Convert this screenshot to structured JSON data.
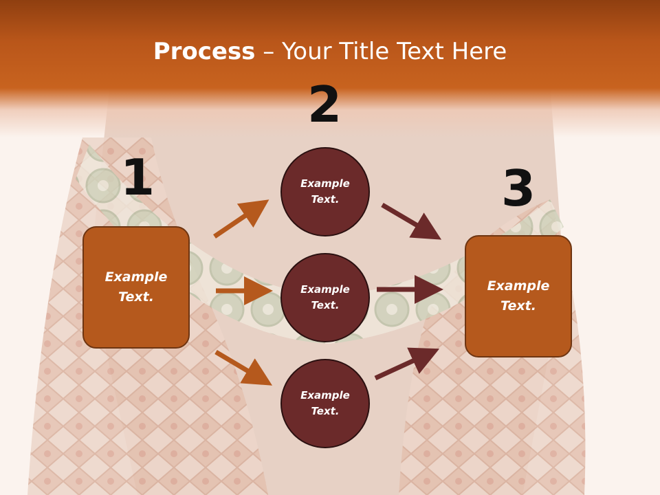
{
  "title": {
    "bold": "Process",
    "rest": " – Your Title Text Here"
  },
  "steps": [
    "1",
    "2",
    "3"
  ],
  "left_box": "Example Text.",
  "circles": [
    "Example Text.",
    "Example Text.",
    "Example Text."
  ],
  "right_box": "Example Text.",
  "colors": {
    "header": "#c8631f",
    "box": "#b5591d",
    "circle": "#6b2a2a",
    "arrow_in": "#b5591d",
    "arrow_out": "#6b2a2a"
  }
}
